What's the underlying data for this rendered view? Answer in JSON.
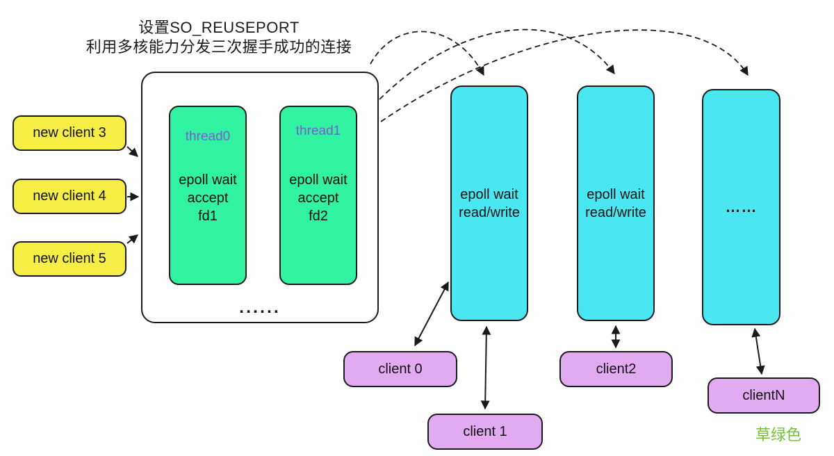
{
  "title": {
    "line1": "设置SO_REUSEPORT",
    "line2": "利用多核能力分发三次握手成功的连接"
  },
  "new_clients": [
    "new client 3",
    "new client 4",
    "new client 5"
  ],
  "acceptor_group": {
    "threads": [
      {
        "name": "thread0",
        "lines": [
          "epoll wait",
          "accept",
          "fd1"
        ]
      },
      {
        "name": "thread1",
        "lines": [
          "epoll wait",
          "accept",
          "fd2"
        ]
      }
    ],
    "ellipsis": "......"
  },
  "workers": [
    {
      "lines": [
        "epoll wait",
        "read/write"
      ]
    },
    {
      "lines": [
        "epoll wait",
        "read/write"
      ]
    },
    {
      "ellipsis": "……"
    }
  ],
  "clients": [
    "client 0",
    "client 1",
    "client2",
    "clientN"
  ],
  "caption": "草绿色",
  "colors": {
    "yellow": "#f6ee44",
    "mint": "#30f2a0",
    "cyan": "#4ae7f2",
    "purple": "#e1aaf1",
    "thread-text": "#7663c8",
    "caption-green": "#72c138",
    "ink": "#1a1a1a"
  }
}
